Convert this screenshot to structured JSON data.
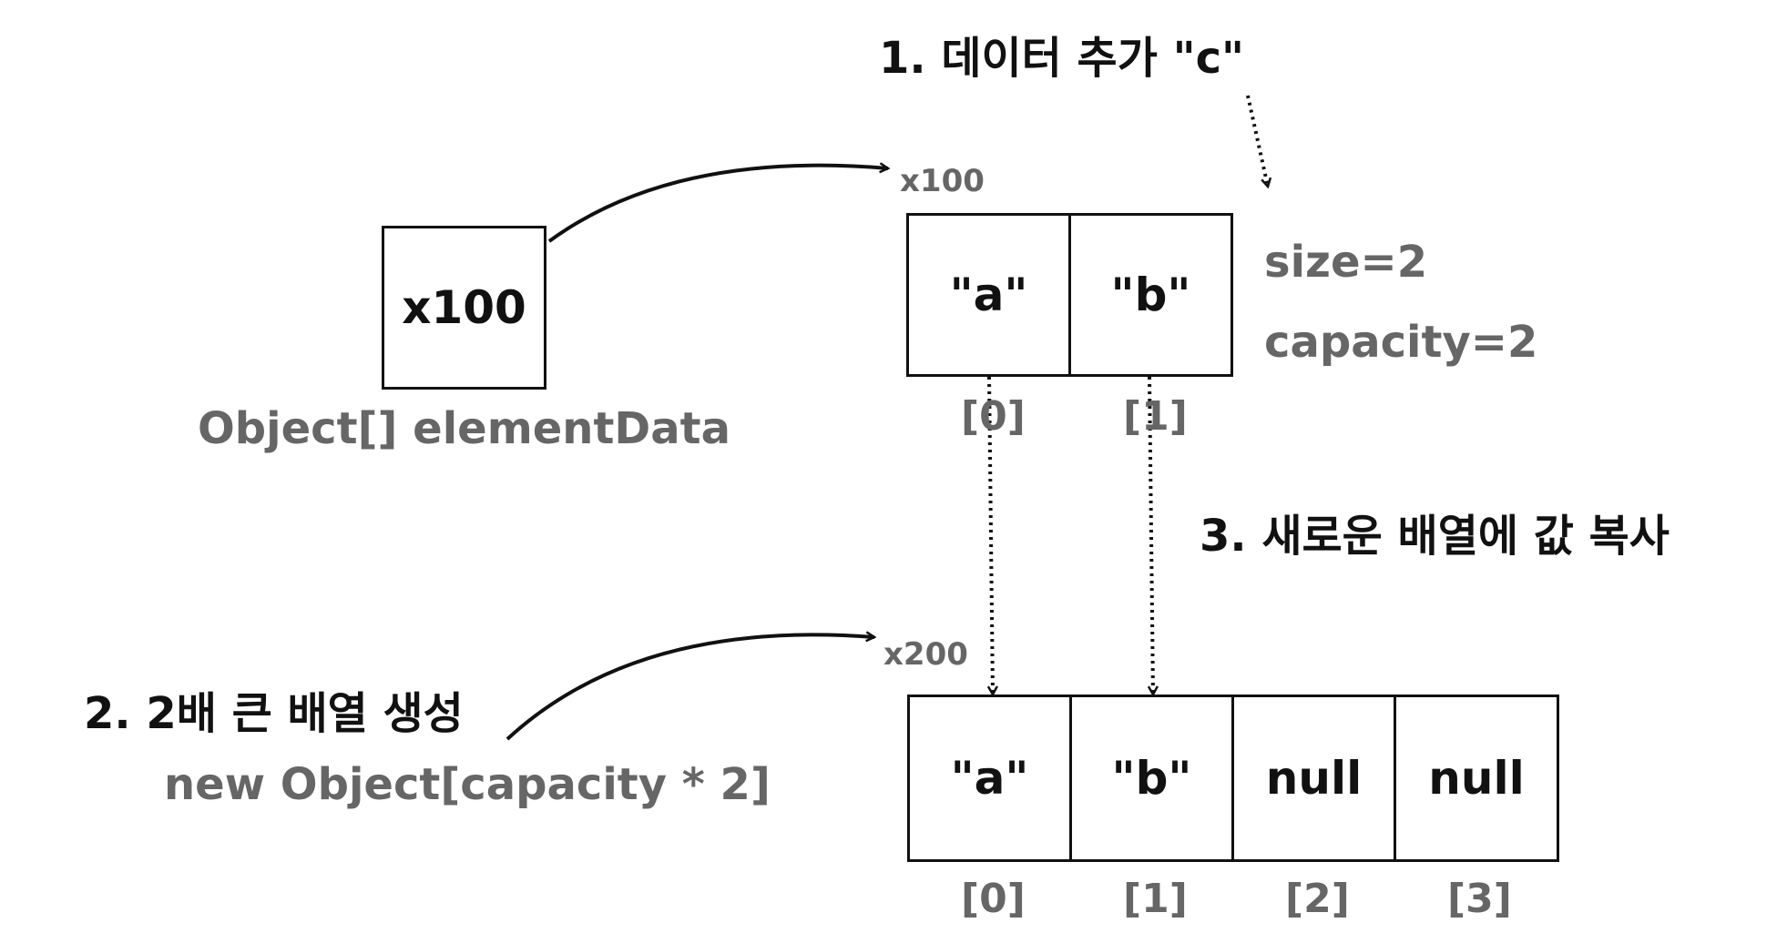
{
  "step1": "1. 데이터 추가  \"c\"",
  "step2": "2. 2배 큰 배열 생성",
  "step2_code": "new Object[capacity * 2]",
  "step3": "3. 새로운 배열에 값 복사",
  "variable": {
    "value": "x100",
    "label": "Object[] elementData"
  },
  "old_array": {
    "address": "x100",
    "cells": [
      "\"a\"",
      "\"b\""
    ],
    "indices": [
      "[0]",
      "[1]"
    ],
    "size": "size=2",
    "capacity": "capacity=2"
  },
  "new_array": {
    "address": "x200",
    "cells": [
      "\"a\"",
      "\"b\"",
      "null",
      "null"
    ],
    "indices": [
      "[0]",
      "[1]",
      "[2]",
      "[3]"
    ]
  },
  "colors": {
    "line": "#111111",
    "label_gray": "#666666"
  }
}
